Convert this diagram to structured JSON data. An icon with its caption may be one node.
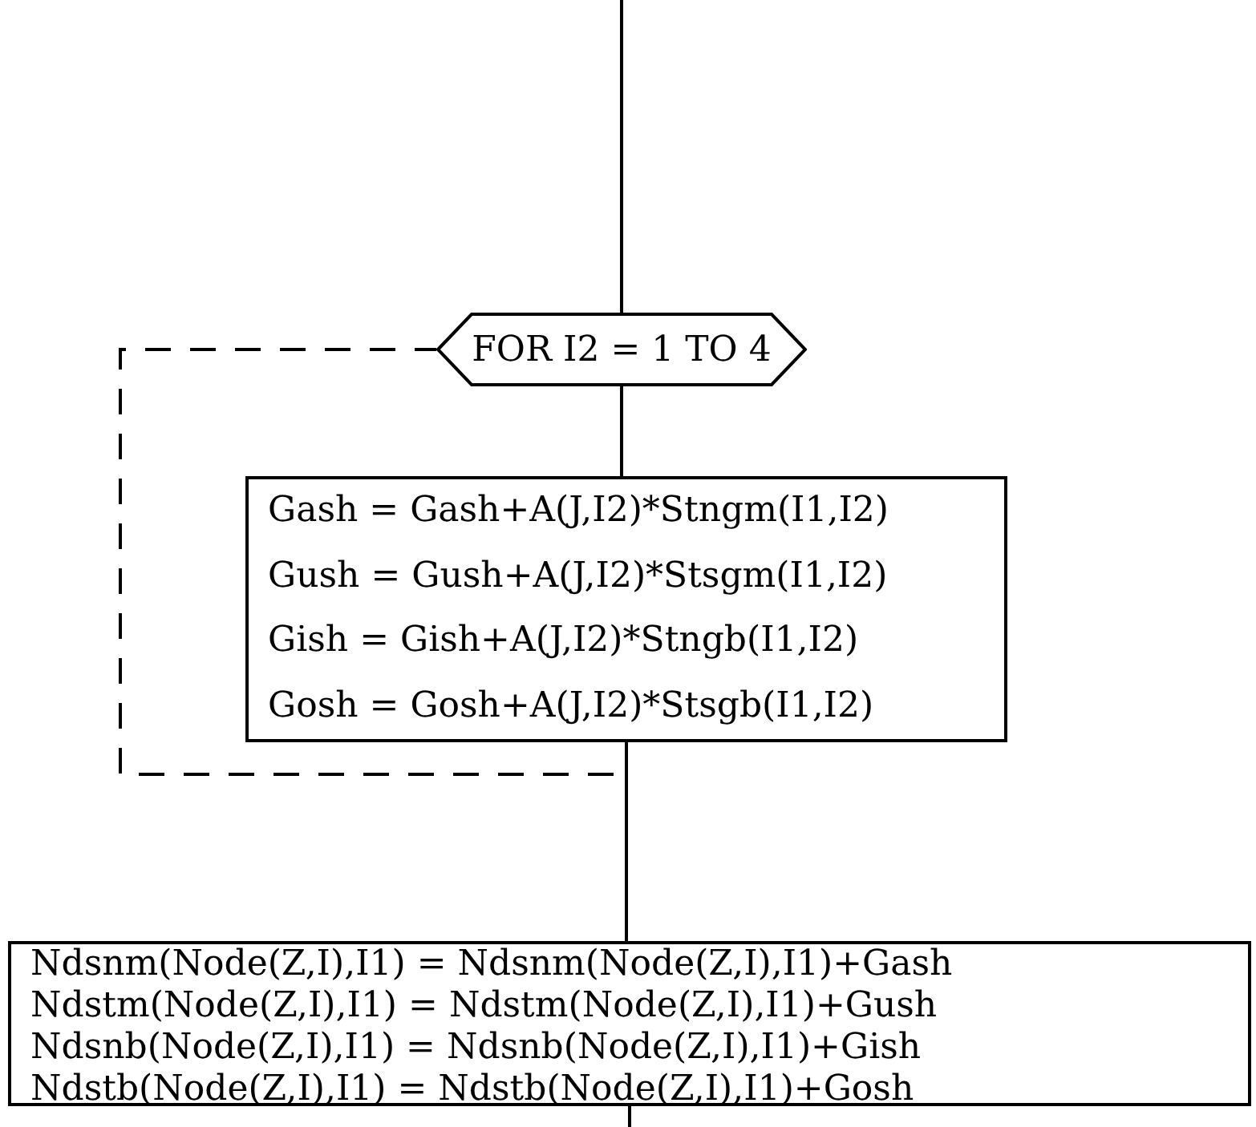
{
  "diagram": {
    "nodes": [
      {
        "text": [
          "FOR I2 = 1 TO 4"
        ]
      },
      {
        "text": [
          "Gash = Gash+A(J,I2)*Stngm(I1,I2)",
          "Gush = Gush+A(J,I2)*Stsgm(I1,I2)",
          "Gish = Gish+A(J,I2)*Stngb(I1,I2)",
          "Gosh = Gosh+A(J,I2)*Stsgb(I1,I2)"
        ]
      },
      {
        "text": [
          "Ndsnm(Node(Z,I),I1) = Ndsnm(Node(Z,I),I1)+Gash",
          "Ndstm(Node(Z,I),I1) = Ndstm(Node(Z,I),I1)+Gush",
          "Ndsnb(Node(Z,I),I1) = Ndsnb(Node(Z,I),I1)+Gish",
          "Ndstb(Node(Z,I),I1) = Ndstb(Node(Z,I),I1)+Gosh"
        ]
      }
    ],
    "edges": [
      {
        "from": null,
        "to": 0,
        "arrow": "none"
      },
      {
        "from": 0,
        "to": 1,
        "arrow": "none"
      },
      {
        "from": 1,
        "to": 2,
        "arrow": "none"
      },
      {
        "from": 1,
        "to": 0,
        "arrow": "none",
        "style": "dashed"
      },
      {
        "from": 2,
        "to": null,
        "arrow": "none"
      }
    ]
  }
}
